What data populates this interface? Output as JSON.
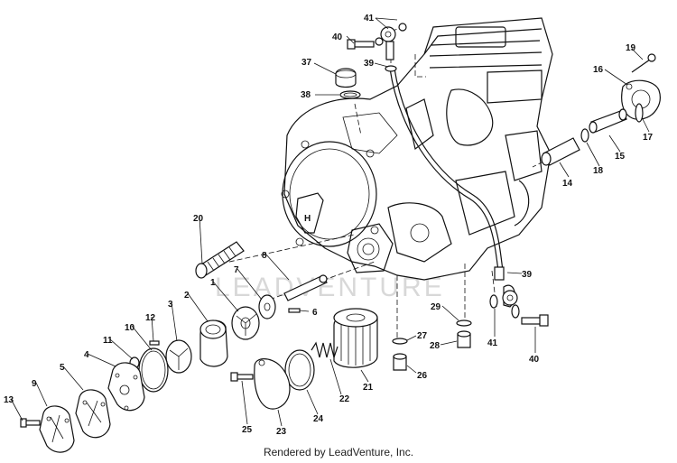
{
  "footer": {
    "credit": "Rendered by LeadVenture, Inc."
  },
  "watermark": {
    "text": "LEADVENTURE"
  },
  "callouts": {
    "c1": "1",
    "c2": "2",
    "c3": "3",
    "c4": "4",
    "c5": "5",
    "c6": "6",
    "c7": "7",
    "c8": "8",
    "c9": "9",
    "c10": "10",
    "c11": "11",
    "c12": "12",
    "c13": "13",
    "c14": "14",
    "c15": "15",
    "c16": "16",
    "c17": "17",
    "c18": "18",
    "c19": "19",
    "c20": "20",
    "c21": "21",
    "c22": "22",
    "c23": "23",
    "c24": "24",
    "c25": "25",
    "c26": "26",
    "c27": "27",
    "c28": "28",
    "c29": "29",
    "c37": "37",
    "c38": "38",
    "c39a": "39",
    "c39b": "39",
    "c40a": "40",
    "c40b": "40",
    "c41a": "41",
    "c41b": "41"
  }
}
